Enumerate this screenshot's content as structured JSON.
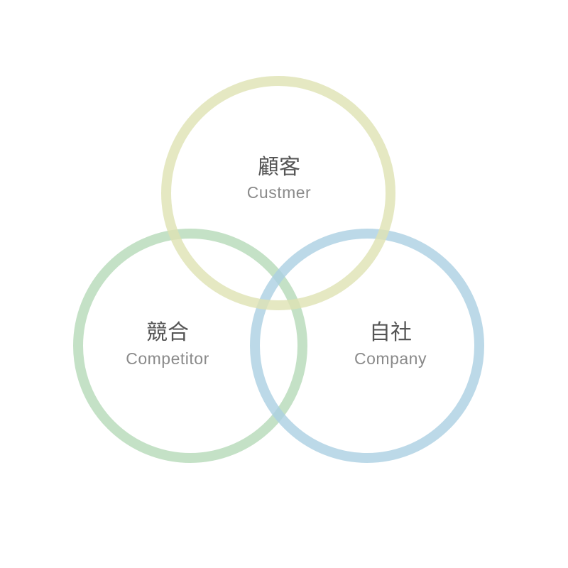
{
  "diagram": {
    "type": "venn-3c",
    "customer": {
      "name_jp": "顧客",
      "name_en": "Custmer",
      "color": "#dfe2b3"
    },
    "competitor": {
      "name_jp": "競合",
      "name_en": "Competitor",
      "color": "#b5d9b8"
    },
    "company": {
      "name_jp": "自社",
      "name_en": "Company",
      "color": "#abcfe2"
    }
  }
}
